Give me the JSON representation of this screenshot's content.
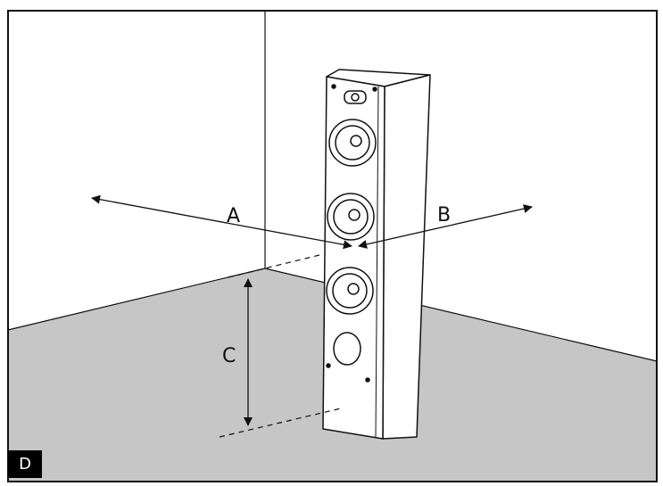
{
  "figure": {
    "labels": {
      "distance_side_wall": "A",
      "distance_back_wall": "B",
      "height_from_floor": "C"
    },
    "panel_letter": "D"
  },
  "colors": {
    "frame": "#111111",
    "floor": "#c6c6c6",
    "wall": "#ffffff",
    "speaker_front": "#ffffff",
    "speaker_side": "#ffffff",
    "speaker_top": "#ffffff",
    "panel_badge": "#000000"
  }
}
